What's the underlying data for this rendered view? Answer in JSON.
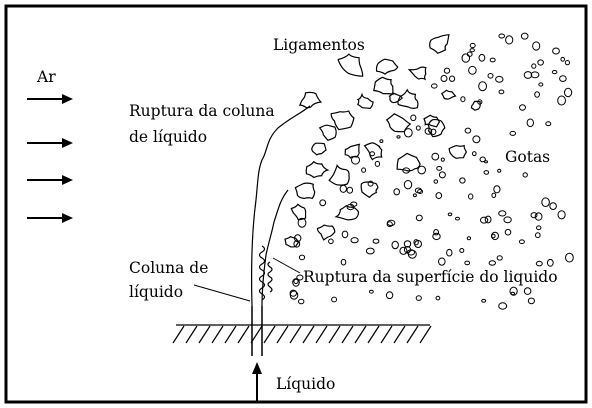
{
  "labels": {
    "air": "Ar",
    "column_break_line1": "Ruptura da coluna",
    "column_break_line2": "de líquido",
    "ligaments": "Ligamentos",
    "drops": "Gotas",
    "liquid_column_line1": "Coluna de",
    "liquid_column_line2": "líquido",
    "surface_break": "Ruptura da superfície do liquido",
    "liquid_inlet": "Líquido"
  },
  "colors": {
    "ink": "#000000",
    "background": "#ffffff"
  }
}
